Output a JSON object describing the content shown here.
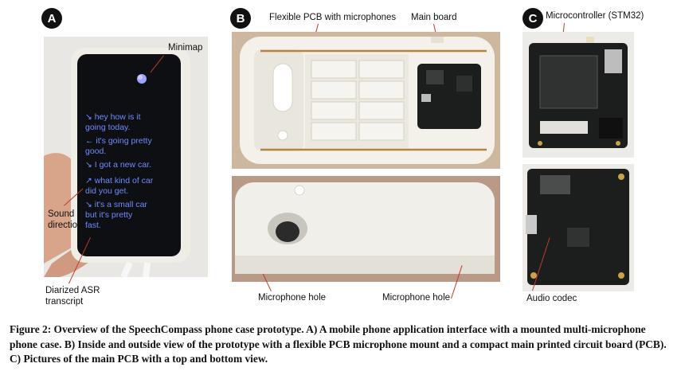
{
  "badges": {
    "a": "A",
    "b": "B",
    "c": "C"
  },
  "panel_a": {
    "label_minimap": "Minimap",
    "label_sound_direction": "Sound\ndirection",
    "label_asr": "Diarized ASR\ntranscript",
    "transcript": [
      {
        "arrow": "↘",
        "text": "hey how is it\ngoing today."
      },
      {
        "arrow": "←",
        "text": "it's going pretty\ngood."
      },
      {
        "arrow": "↘",
        "text": "I got a new car."
      },
      {
        "arrow": "↗",
        "text": "what kind of car\ndid you get."
      },
      {
        "arrow": "↘",
        "text": "it's a small car\nbut it's pretty\nfast."
      }
    ]
  },
  "panel_b": {
    "label_flexible_pcb": "Flexible PCB with microphones",
    "label_main_board": "Main board",
    "label_mic_hole_left": "Microphone hole",
    "label_mic_hole_right": "Microphone hole"
  },
  "panel_c": {
    "label_microcontroller": "Microcontroller (STM32)",
    "label_audio_codec": "Audio codec"
  },
  "caption": "Figure 2: Overview of the SpeechCompass phone case prototype. A) A mobile phone application interface with a mounted multi-microphone phone case. B) Inside and outside view of the prototype with a flexible PCB microphone mount and a compact main printed circuit board (PCB). C) Pictures of the main PCB with a top and bottom view.",
  "colors": {
    "leader": "#c0392b",
    "transcript": "#6f8bff",
    "pcb": "#1b1e1d",
    "case": "#f1efe9"
  }
}
